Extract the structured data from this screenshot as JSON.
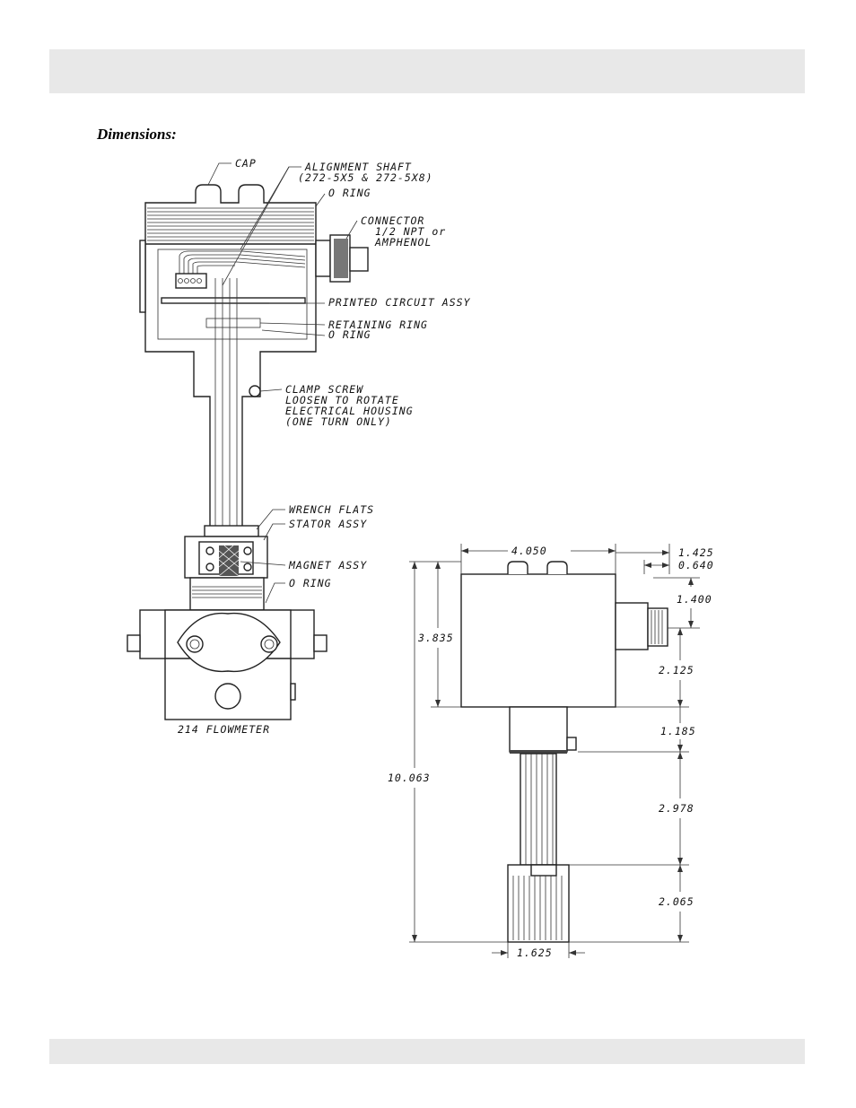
{
  "page": {
    "section_title": "Dimensions:"
  },
  "callouts": {
    "cap": "CAP",
    "alignment_shaft_1": "ALIGNMENT SHAFT",
    "alignment_shaft_2": "(272-5X5 & 272-5X8)",
    "o_ring_top": "O RING",
    "connector_1": "CONNECTOR",
    "connector_2": "1/2 NPT or",
    "connector_3": "AMPHENOL",
    "printed_circuit": "PRINTED CIRCUIT ASSY",
    "retaining_ring": "RETAINING RING",
    "o_ring_mid": "O RING",
    "clamp_screw_1": "CLAMP SCREW",
    "clamp_screw_2": "LOOSEN TO ROTATE",
    "clamp_screw_3": "ELECTRICAL HOUSING",
    "clamp_screw_4": "(ONE TURN ONLY)",
    "wrench_flats": "WRENCH FLATS",
    "stator_assy": "STATOR ASSY",
    "magnet_assy": "MAGNET ASSY",
    "o_ring_bottom": "O RING",
    "flowmeter": "214 FLOWMETER"
  },
  "dimensions": {
    "width_housing": "4.050",
    "connector_offset": "1.425",
    "connector_depth": "0.640",
    "connector_height": "1.400",
    "housing_height": "3.835",
    "upper_neck": "2.125",
    "neck": "1.185",
    "stem": "2.978",
    "base": "2.065",
    "overall_height": "10.063",
    "base_width": "1.625"
  }
}
